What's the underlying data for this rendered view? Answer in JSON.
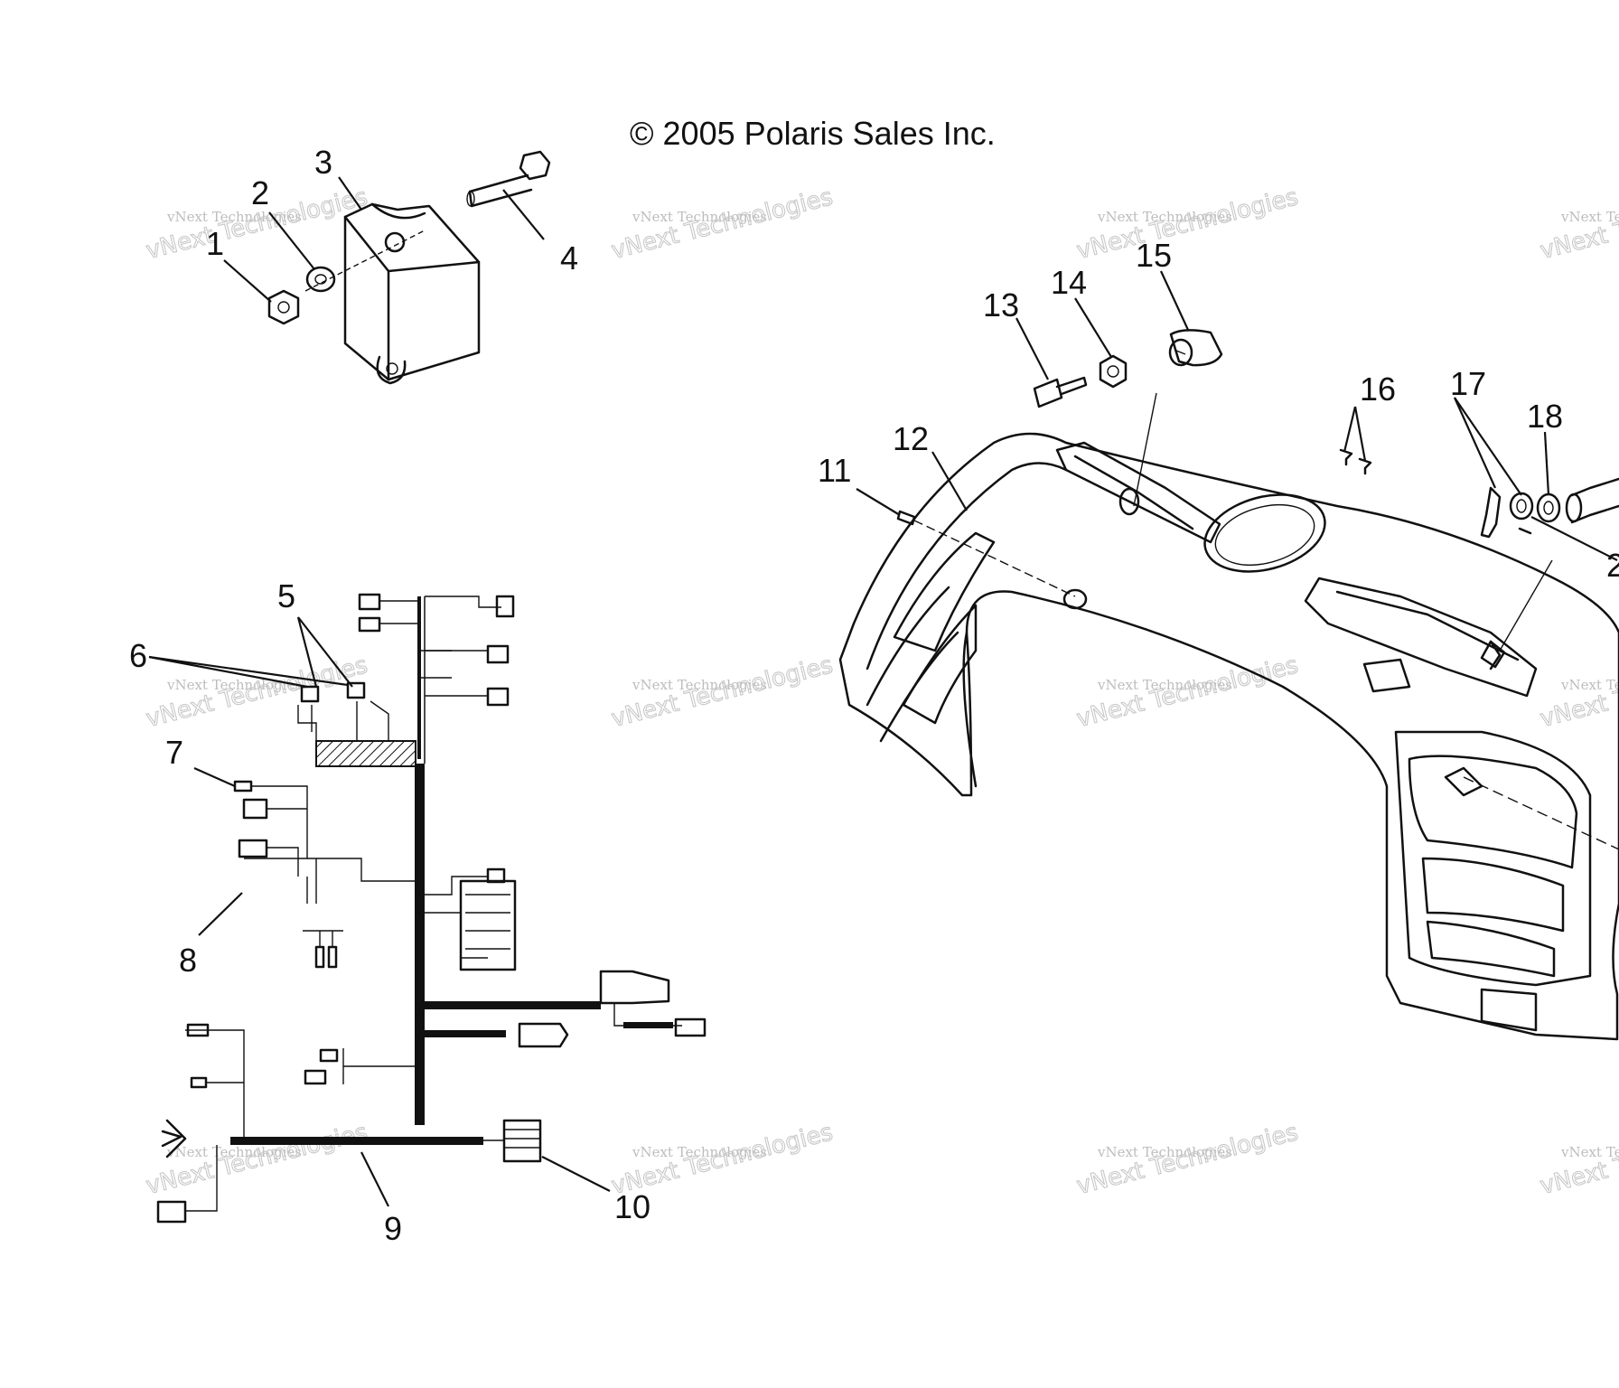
{
  "copyright": "© 2005 Polaris Sales Inc.",
  "watermark": {
    "line1": "vNext Technologies",
    "line2": "vNext Technologies"
  },
  "callouts": [
    "1",
    "2",
    "3",
    "4",
    "5",
    "6",
    "7",
    "8",
    "9",
    "10",
    "11",
    "12",
    "13",
    "14",
    "15",
    "16",
    "17",
    "18",
    "2"
  ]
}
